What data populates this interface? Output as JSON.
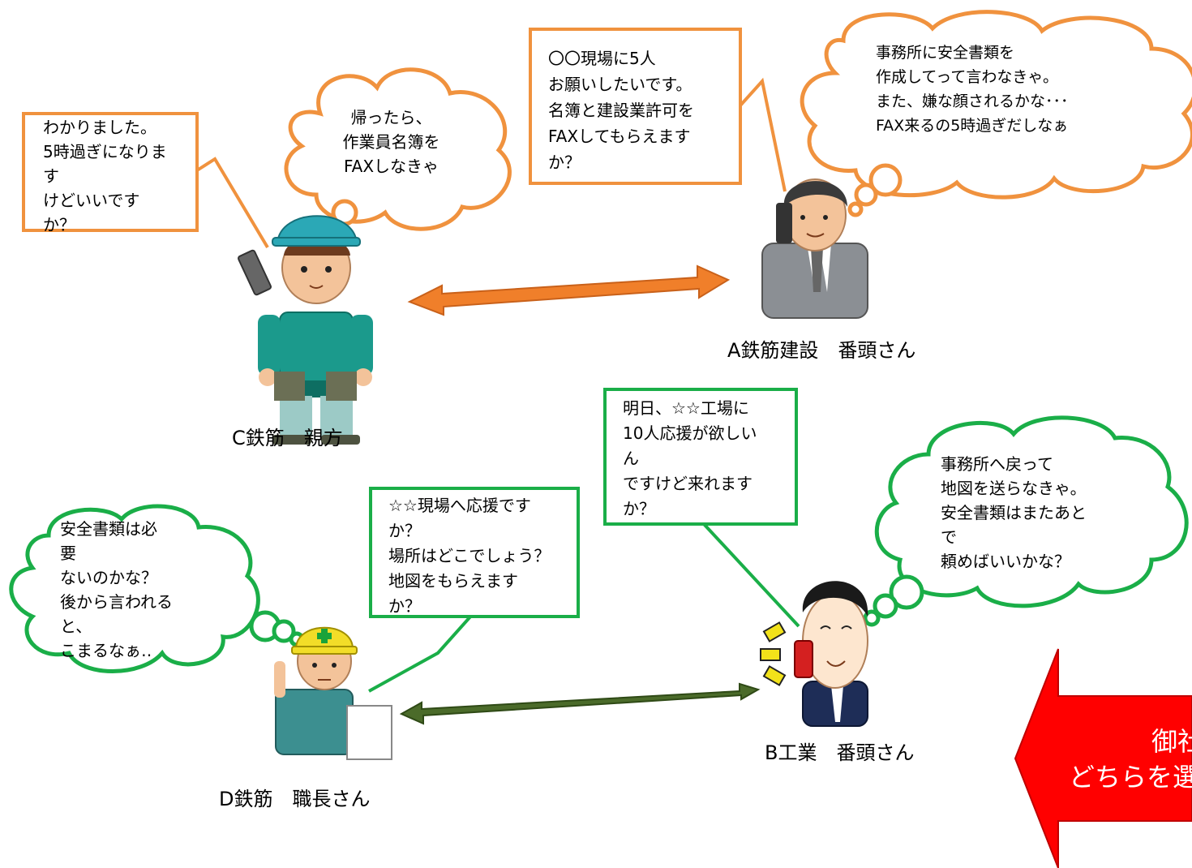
{
  "colors": {
    "orange": "#f0923e",
    "green": "#1aae48",
    "arrow_orange": "#f07f2a",
    "arrow_olive": "#4b6b2a",
    "red_arrow": "#ff0000"
  },
  "people": {
    "c_oyakata": {
      "label": "C鉄筋　親方",
      "icon": "worker-with-phone-icon"
    },
    "a_bantou": {
      "label": "A鉄筋建設　番頭さん",
      "icon": "businessman-on-phone-icon"
    },
    "d_shokucho": {
      "label": "D鉄筋　職長さん",
      "icon": "foreman-with-document-icon"
    },
    "b_bantou": {
      "label": "B工業　番頭さん",
      "icon": "man-with-ringing-phone-icon"
    }
  },
  "speech": {
    "c_reply": [
      "わかりました。",
      "5時過ぎになりま",
      "す",
      "けどいいです",
      "か？"
    ],
    "a_request": [
      "〇〇現場に5人",
      "お願いしたいです。",
      "名簿と建設業許可を",
      "FAXしてもらえます",
      "か？"
    ],
    "d_reply": [
      "☆☆現場へ応援です",
      "か？",
      "場所はどこでしょう？",
      "地図をもらえます",
      "か？"
    ],
    "b_request": [
      "明日、☆☆工場に",
      "10人応援が欲しい",
      "ん",
      "ですけど来れます",
      "か？"
    ]
  },
  "thoughts": {
    "c_thought": [
      "帰ったら、",
      "作業員名簿を",
      "FAXしなきゃ"
    ],
    "a_thought": [
      "事務所に安全書類を",
      "作成してって言わなきゃ。",
      "また、嫌な顔されるかな･･･",
      "FAX来るの5時過ぎだしなぁ"
    ],
    "d_thought": [
      "安全書類は必",
      "要",
      "ないのかな？",
      "後から言われる",
      "と、",
      "こまるなぁ‥"
    ],
    "b_thought": [
      "事務所へ戻って",
      "地図を送らなきゃ。",
      "安全書類はまたあと",
      "で",
      "頼めばいいかな？"
    ]
  },
  "callout": [
    "御社",
    "どちらを選"
  ]
}
